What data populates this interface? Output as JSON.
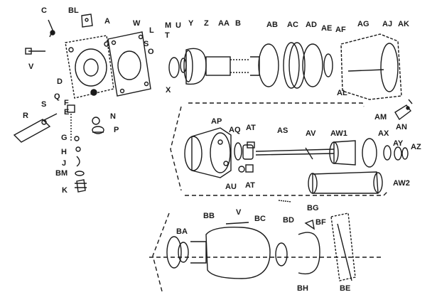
{
  "labels": [
    "C",
    "BL",
    "A",
    "W",
    "L",
    "M",
    "U",
    "T",
    "S",
    "O",
    "Y",
    "Z",
    "AA",
    "B",
    "AB",
    "AC",
    "AD",
    "AE",
    "AF",
    "AG",
    "AJ",
    "AK",
    "V",
    "D",
    "F",
    "Q",
    "X",
    "AL",
    "E",
    "R",
    "S",
    "N",
    "P",
    "G",
    "H",
    "J",
    "BM",
    "K",
    "AM",
    "AN",
    "AP",
    "AQ",
    "AT",
    "AS",
    "AV",
    "AW1",
    "AX",
    "AY",
    "AZ",
    "AU",
    "AT",
    "AW2",
    "BG",
    "V",
    "BB",
    "BC",
    "BD",
    "BF",
    "BA",
    "BH",
    "BE"
  ],
  "ink": "#1a1a1a"
}
